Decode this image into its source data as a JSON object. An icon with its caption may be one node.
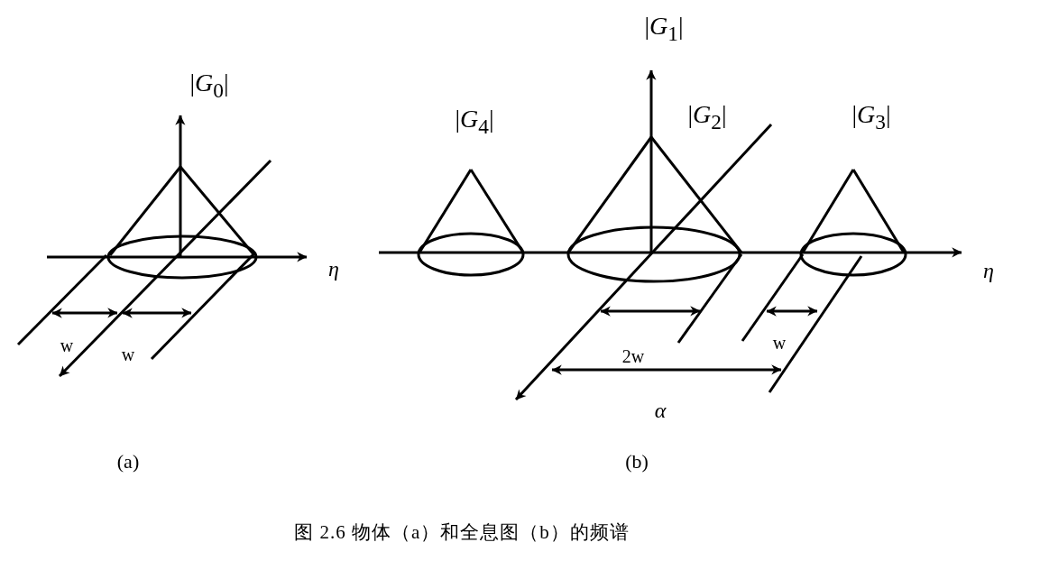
{
  "diagram": {
    "caption": "图 2.6 物体（a）和全息图（b）的频谱",
    "labels": [
      "|*G*$_{0}$|",
      "η",
      "w",
      "w",
      "(a)",
      "|*G*$_{1}$|",
      "|*G*$_{4}$|",
      "|*G*$_{2}$|",
      "|*G*$_{3}$|",
      "η",
      "2w",
      "w",
      "α",
      "(b)"
    ]
  }
}
